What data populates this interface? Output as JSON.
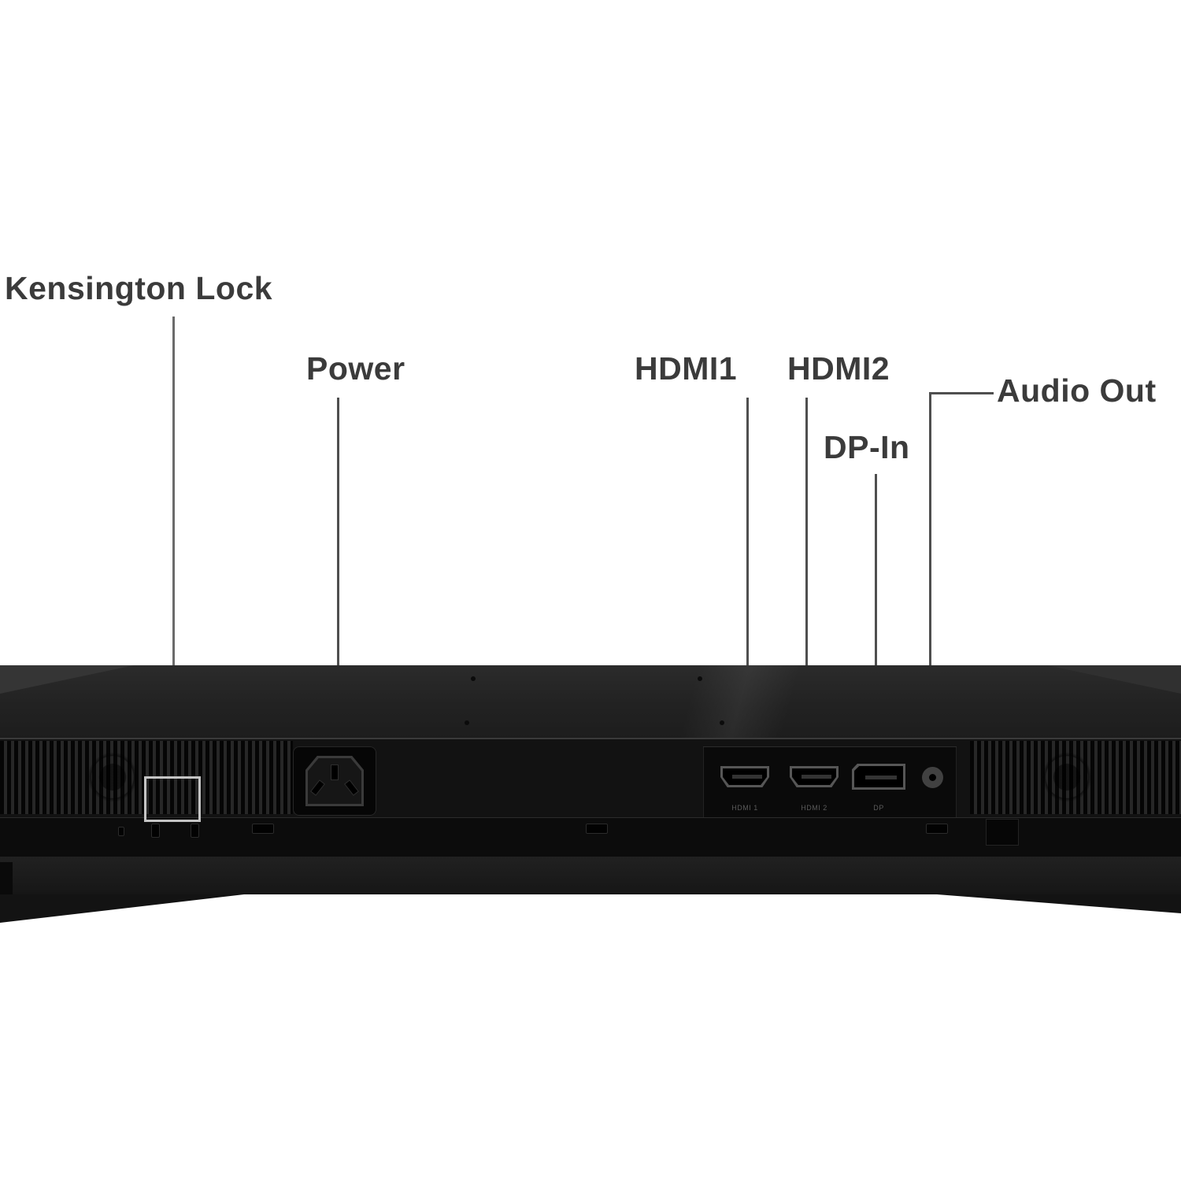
{
  "labels": {
    "kensington_lock": "Kensington Lock",
    "power": "Power",
    "hdmi1": "HDMI1",
    "hdmi2": "HDMI2",
    "dp_in": "DP-In",
    "audio_out": "Audio Out"
  },
  "port_captions": {
    "hdmi1": "HDMI 1",
    "hdmi2": "HDMI 2",
    "dp": "DP"
  },
  "colors": {
    "background": "#ffffff",
    "label_text": "#3b3b3b",
    "leader_line": "#4f4f4f",
    "monitor_body": "#1c1c1c",
    "highlight_outline": "#c4c4c4"
  }
}
